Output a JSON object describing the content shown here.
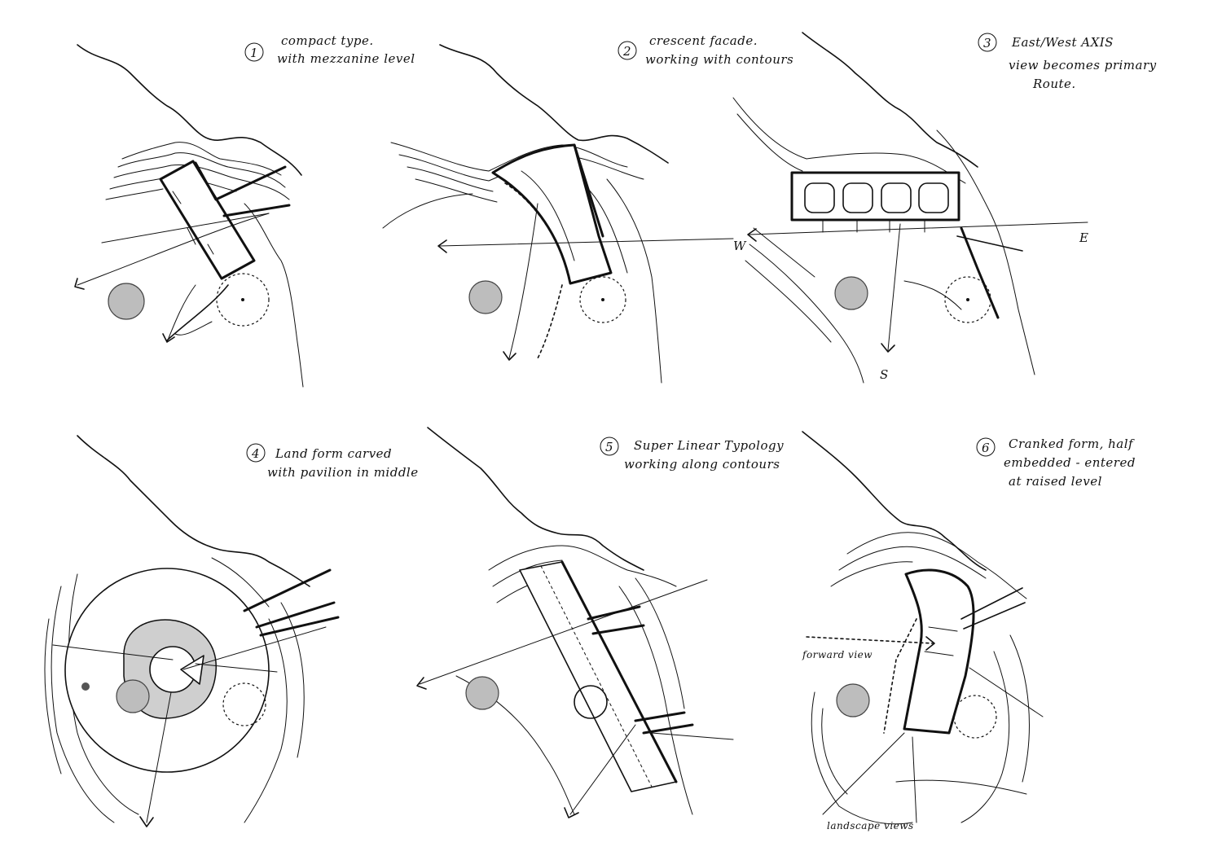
{
  "sheet": {
    "sketches": [
      {
        "number": "1",
        "note_lines": [
          "compact type.",
          "with mezzanine level"
        ]
      },
      {
        "number": "2",
        "note_lines": [
          "crescent facade.",
          "working with contours"
        ]
      },
      {
        "number": "3",
        "note_lines": [
          "East/West AXIS",
          "view becomes primary",
          "Route."
        ],
        "labels": {
          "west": "W",
          "east": "E",
          "south": "S"
        }
      },
      {
        "number": "4",
        "note_lines": [
          "Land form carved",
          "with pavilion in middle"
        ]
      },
      {
        "number": "5",
        "note_lines": [
          "Super Linear Typology",
          "working along contours"
        ]
      },
      {
        "number": "6",
        "note_lines": [
          "Cranked form, half",
          "embedded - entered",
          "at raised level"
        ],
        "labels": {
          "view_a": "forward view",
          "view_b": "landscape views"
        }
      }
    ]
  }
}
